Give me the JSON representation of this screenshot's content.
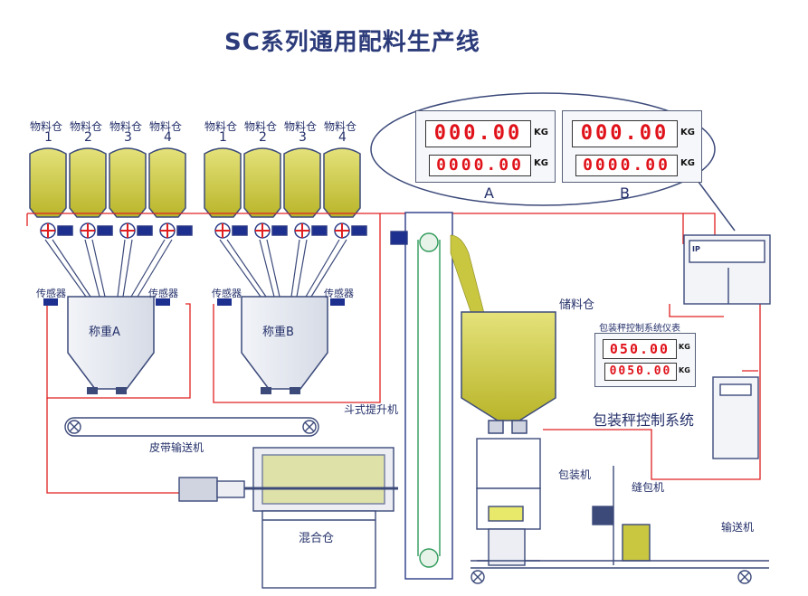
{
  "title": "SC系列通用配料生产线",
  "bins_group_a": [
    {
      "label": "物料仓",
      "num": "1"
    },
    {
      "label": "物料仓",
      "num": "2"
    },
    {
      "label": "物料仓",
      "num": "3"
    },
    {
      "label": "物料仓",
      "num": "4"
    }
  ],
  "bins_group_b": [
    {
      "label": "物料仓",
      "num": "1"
    },
    {
      "label": "物料仓",
      "num": "2"
    },
    {
      "label": "物料仓",
      "num": "3"
    },
    {
      "label": "物料仓",
      "num": "4"
    }
  ],
  "sensor_label": "传感器",
  "scale_a": "称重A",
  "scale_b": "称重B",
  "belt_conveyor": "皮带输送机",
  "mixer": "混合仓",
  "bucket_elevator": "斗式提升机",
  "storage_bin": "储料仓",
  "packer": "包装机",
  "sewing": "缝包机",
  "conveyor": "输送机",
  "pack_system": "包装秤控制系统",
  "pack_instrument_title": "包装秤控制系统仪表",
  "display_a": {
    "row1": "000.00",
    "row2": "0000.00",
    "unit1": "KG",
    "unit2": "KG",
    "label": "A"
  },
  "display_b": {
    "row1": "000.00",
    "row2": "0000.00",
    "unit1": "KG",
    "unit2": "KG",
    "label": "B"
  },
  "pack_display": {
    "row1": "050.00",
    "row2": "0050.00",
    "unit1": "KG",
    "unit2": "KG"
  },
  "controller_logo": "IP",
  "colors": {
    "material": "#c9c640",
    "frame": "#3c4a7a",
    "wire": "#e02020",
    "digit": "#e0121a"
  }
}
